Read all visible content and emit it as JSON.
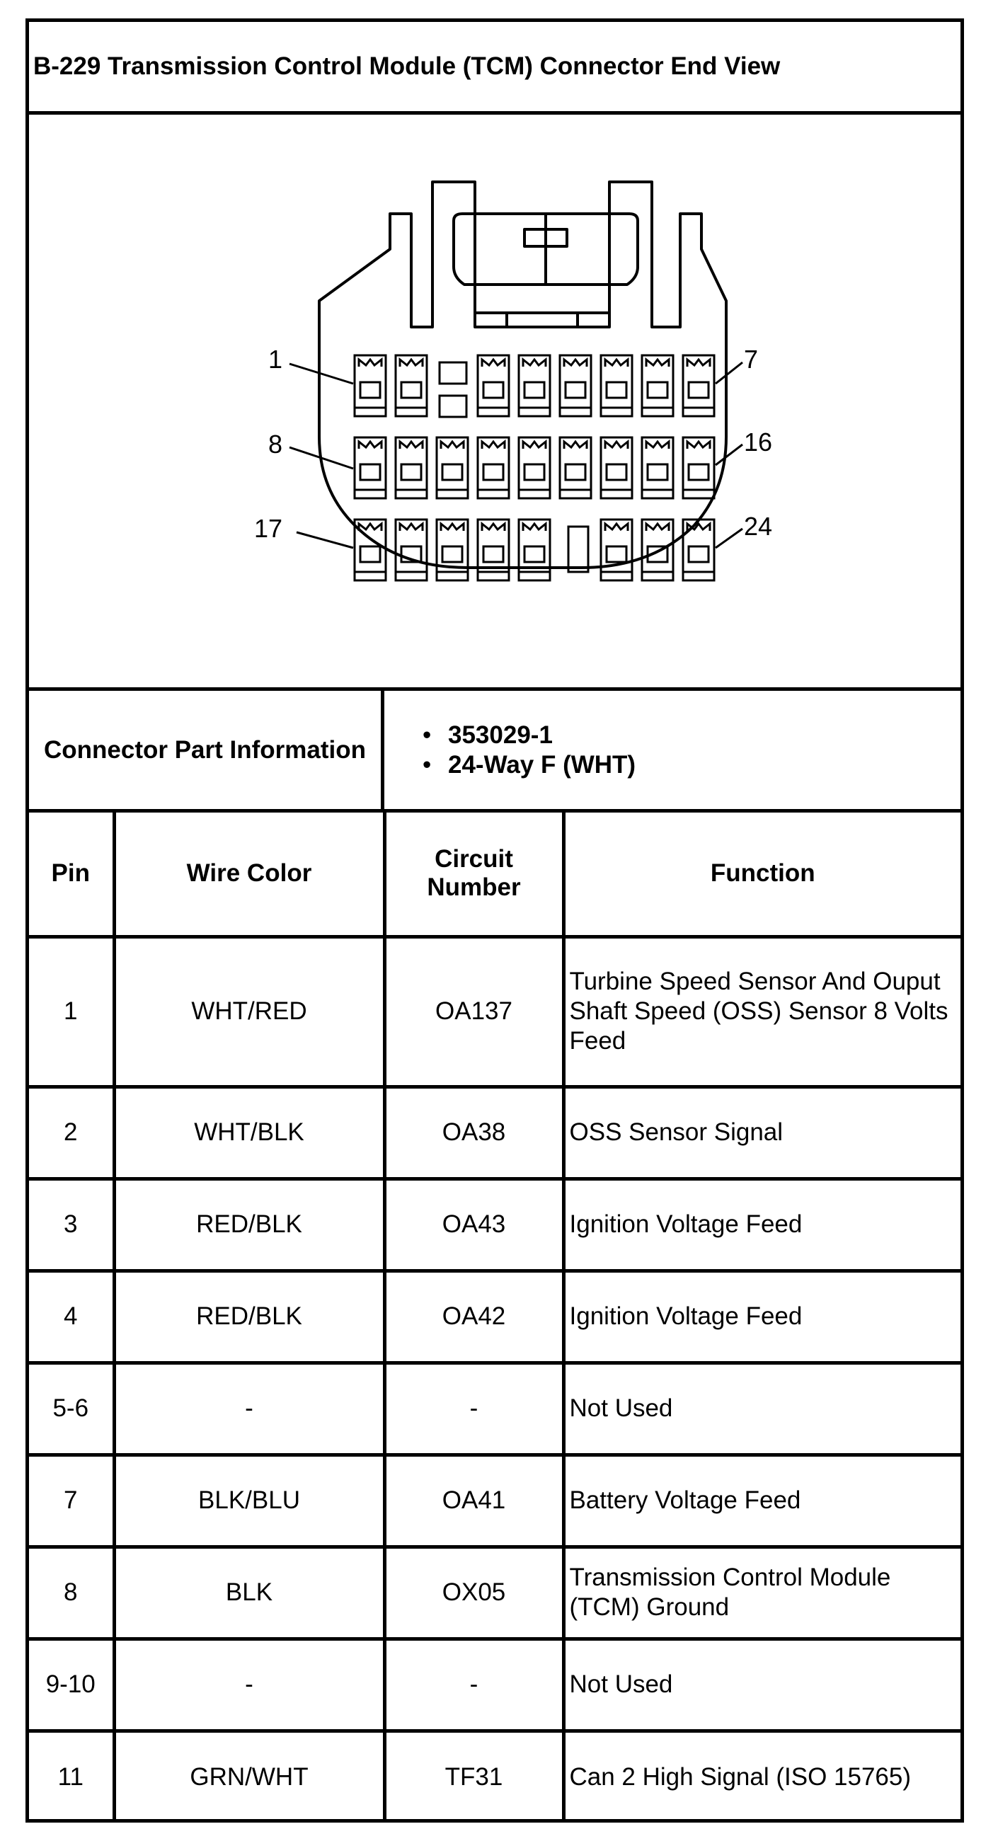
{
  "title": "B-229 Transmission Control Module (TCM) Connector End View",
  "diagram": {
    "callouts": [
      "1",
      "7",
      "8",
      "16",
      "17",
      "24"
    ]
  },
  "part_info": {
    "label": "Connector Part Information",
    "items": [
      "353029-1",
      "24-Way F (WHT)"
    ]
  },
  "table": {
    "headers": {
      "pin": "Pin",
      "wire_color": "Wire Color",
      "circuit_line1": "Circuit",
      "circuit_line2": "Number",
      "function": "Function"
    },
    "rows": [
      {
        "pin": "1",
        "wire": "WHT/RED",
        "circuit": "OA137",
        "function": "Turbine Speed Sensor And Ouput Shaft Speed (OSS) Sensor 8 Volts Feed"
      },
      {
        "pin": "2",
        "wire": "WHT/BLK",
        "circuit": "OA38",
        "function": "OSS Sensor Signal"
      },
      {
        "pin": "3",
        "wire": "RED/BLK",
        "circuit": "OA43",
        "function": "Ignition Voltage Feed"
      },
      {
        "pin": "4",
        "wire": "RED/BLK",
        "circuit": "OA42",
        "function": "Ignition Voltage Feed"
      },
      {
        "pin": "5-6",
        "wire": "-",
        "circuit": "-",
        "function": "Not Used"
      },
      {
        "pin": "7",
        "wire": "BLK/BLU",
        "circuit": "OA41",
        "function": "Battery Voltage Feed"
      },
      {
        "pin": "8",
        "wire": "BLK",
        "circuit": "OX05",
        "function": "Transmission Control Module (TCM) Ground"
      },
      {
        "pin": "9-10",
        "wire": "-",
        "circuit": "-",
        "function": "Not Used"
      },
      {
        "pin": "11",
        "wire": "GRN/WHT",
        "circuit": "TF31",
        "function": "Can 2 High Signal (ISO 15765)"
      }
    ]
  }
}
